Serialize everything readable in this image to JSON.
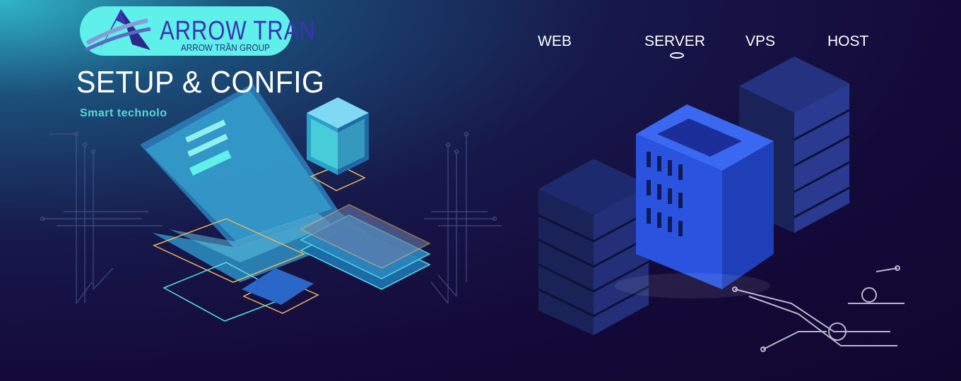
{
  "brand": {
    "name": "ARROW TRAN",
    "group": "ARROW TRẦN GROUP"
  },
  "hero": {
    "headline": "SETUP & CONFIG",
    "tagline": "Smart technolo"
  },
  "nav": {
    "items": [
      {
        "label": "WEB"
      },
      {
        "label": "SERVER",
        "active": true
      },
      {
        "label": "VPS"
      },
      {
        "label": "HOST"
      }
    ]
  },
  "colors": {
    "accent_cyan": "#5ff0ea",
    "brand_blue": "#3b32b4",
    "server_blue": "#2a54e0",
    "background": "#140a3a"
  },
  "icons": [
    "logo-arrow-icon",
    "laptop-illustration",
    "data-cube-icon",
    "server-rack-icon",
    "server-tower-icon",
    "circuit-board-icon"
  ]
}
